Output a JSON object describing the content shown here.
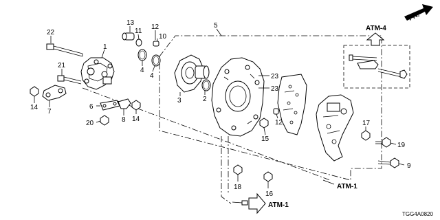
{
  "diagram": {
    "callouts": [
      {
        "id": "c22",
        "label": "22"
      },
      {
        "id": "c13",
        "label": "13"
      },
      {
        "id": "c11",
        "label": "11"
      },
      {
        "id": "c12a",
        "label": "12"
      },
      {
        "id": "c10",
        "label": "10"
      },
      {
        "id": "c5",
        "label": "5"
      },
      {
        "id": "c1",
        "label": "1"
      },
      {
        "id": "c4a",
        "label": "4"
      },
      {
        "id": "c4b",
        "label": "4"
      },
      {
        "id": "c21",
        "label": "21"
      },
      {
        "id": "c3",
        "label": "3"
      },
      {
        "id": "c2",
        "label": "2"
      },
      {
        "id": "c23a",
        "label": "23"
      },
      {
        "id": "c23b",
        "label": "23"
      },
      {
        "id": "c14a",
        "label": "14"
      },
      {
        "id": "c7",
        "label": "7"
      },
      {
        "id": "c6",
        "label": "6"
      },
      {
        "id": "c8",
        "label": "8"
      },
      {
        "id": "c14b",
        "label": "14"
      },
      {
        "id": "c20",
        "label": "20"
      },
      {
        "id": "c12b",
        "label": "12"
      },
      {
        "id": "c15",
        "label": "15"
      },
      {
        "id": "c17",
        "label": "17"
      },
      {
        "id": "c19",
        "label": "19"
      },
      {
        "id": "c9",
        "label": "9"
      },
      {
        "id": "c18",
        "label": "18"
      },
      {
        "id": "c16",
        "label": "16"
      }
    ],
    "refs": {
      "fr": "FR.",
      "atm4": "ATM-4",
      "atm1_right": "ATM-1",
      "atm1_bottom": "ATM-1"
    },
    "diagram_code": "TGG4A0820"
  }
}
